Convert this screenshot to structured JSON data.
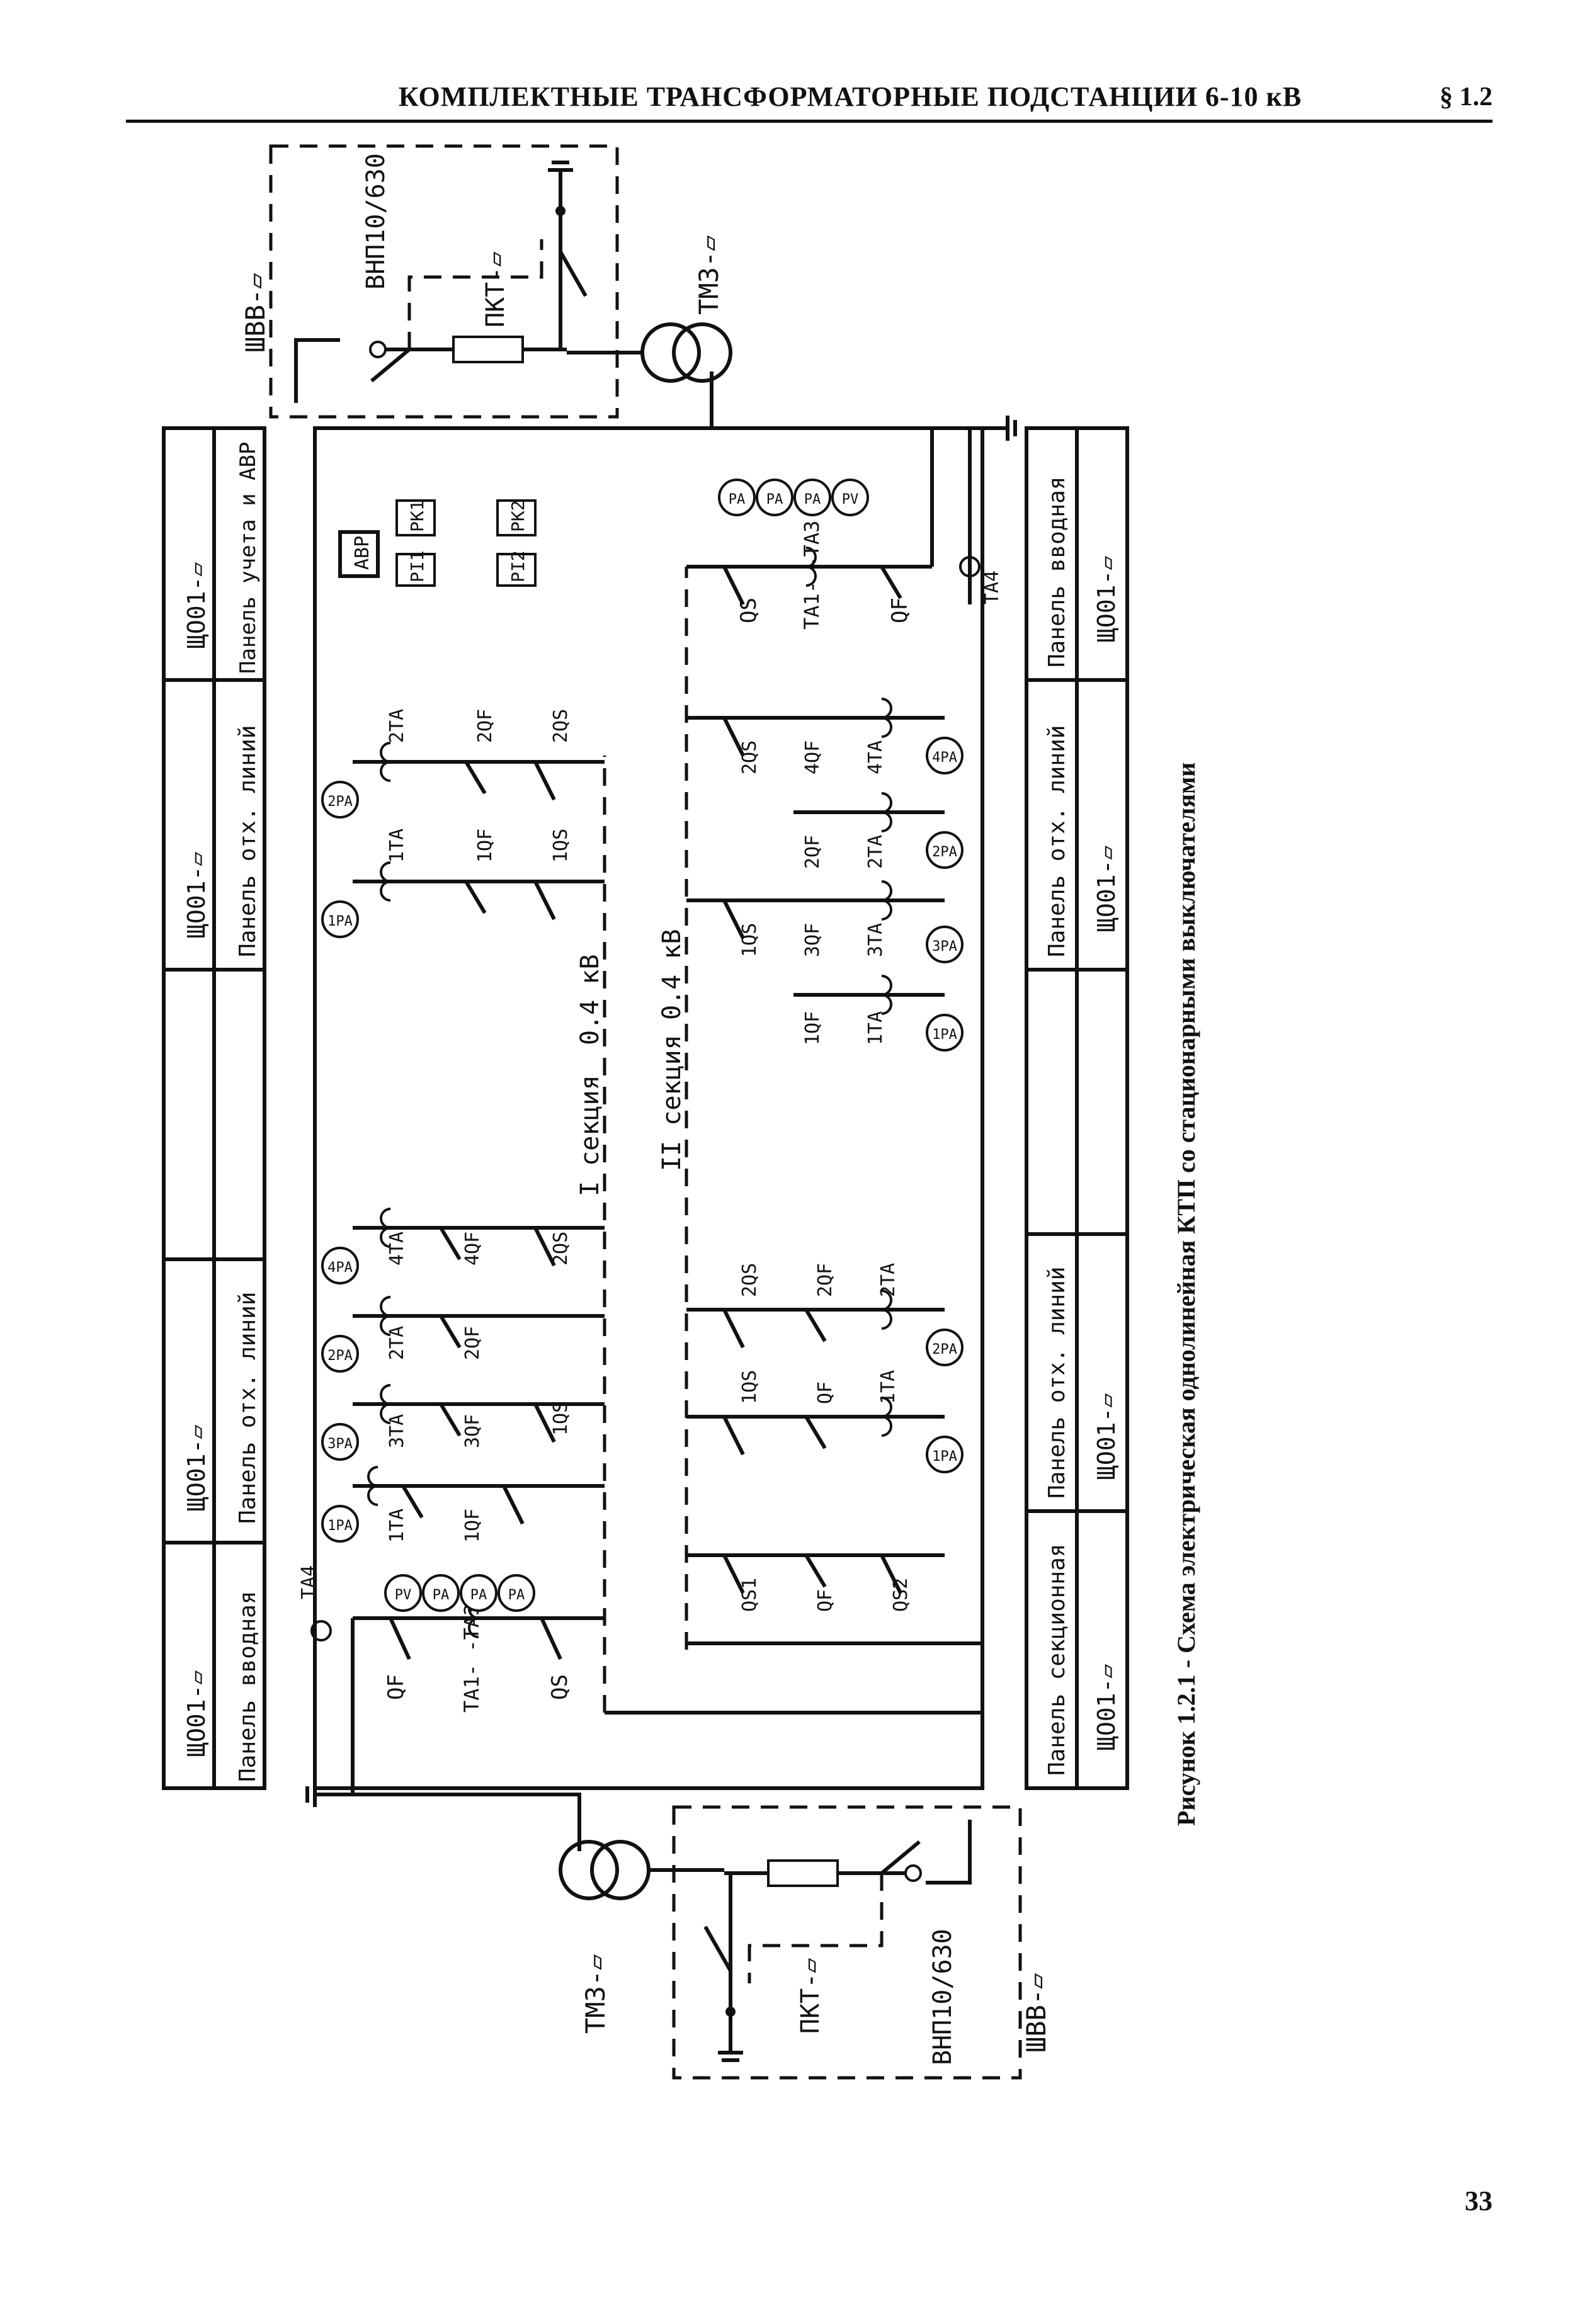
{
  "header": {
    "title": "КОМПЛЕКТНЫЕ ТРАНСФОРМАТОРНЫЕ ПОДСТАНЦИИ 6-10 кВ",
    "section": "§ 1.2"
  },
  "caption": "Рисунок 1.2.1 - Схема электрическая однолинейная КТП со стационарными выключателями",
  "page_number": "33",
  "diagram": {
    "panels_left": [
      {
        "code": "ЩО01-▱",
        "name": "Панель вводная"
      },
      {
        "code": "ЩО01-▱",
        "name": "Панель отх. линий"
      },
      {
        "code": "ЩО01-▱",
        "name": "Панель отх. линий"
      },
      {
        "code": "ЩО01-▱",
        "name": "Панель учета и АВР"
      }
    ],
    "panels_right": [
      {
        "code": "ЩО01-▱",
        "name": "Панель секционная"
      },
      {
        "code": "ЩО01-▱",
        "name": "Панель отх. линий"
      },
      {
        "code": "ЩО01-▱",
        "name": "Панель отх. линий"
      },
      {
        "code": "ЩО01-▱",
        "name": "Панель вводная"
      }
    ],
    "sections": {
      "sec1": "I секция",
      "sec1_voltage": "0.4 кВ",
      "sec2": "II секция",
      "sec2_voltage": "0.4 кВ"
    },
    "top_unit": {
      "cabinet": "ШВВ-▱",
      "switch": "ВНП10/630",
      "fuse": "ПКТ-▱",
      "transformer": "ТМЗ-▱"
    },
    "bottom_unit": {
      "cabinet": "ШВВ-▱",
      "switch": "ВНП10/630",
      "fuse": "ПКТ-▱",
      "transformer": "ТМЗ-▱"
    },
    "labels": {
      "avr": "АВР",
      "pi1": "PI1",
      "pk1": "PK1",
      "pi2": "PI2",
      "pk2": "PK2",
      "ta4": "TA4",
      "qf": "QF",
      "qs": "QS",
      "ta13": "TA1-\n-TA3",
      "pv": "PV",
      "pa": "PA",
      "1pa": "1PA",
      "2pa": "2PA",
      "3pa": "3PA",
      "4pa": "4PA",
      "1ta": "1TA",
      "2ta": "2TA",
      "3ta": "3TA",
      "4ta": "4TA",
      "1qf": "1QF",
      "2qf": "2QF",
      "3qf": "3QF",
      "4qf": "4QF",
      "1qs": "1QS",
      "2qs": "2QS",
      "qs1": "QS1",
      "qs2": "QS2"
    }
  }
}
